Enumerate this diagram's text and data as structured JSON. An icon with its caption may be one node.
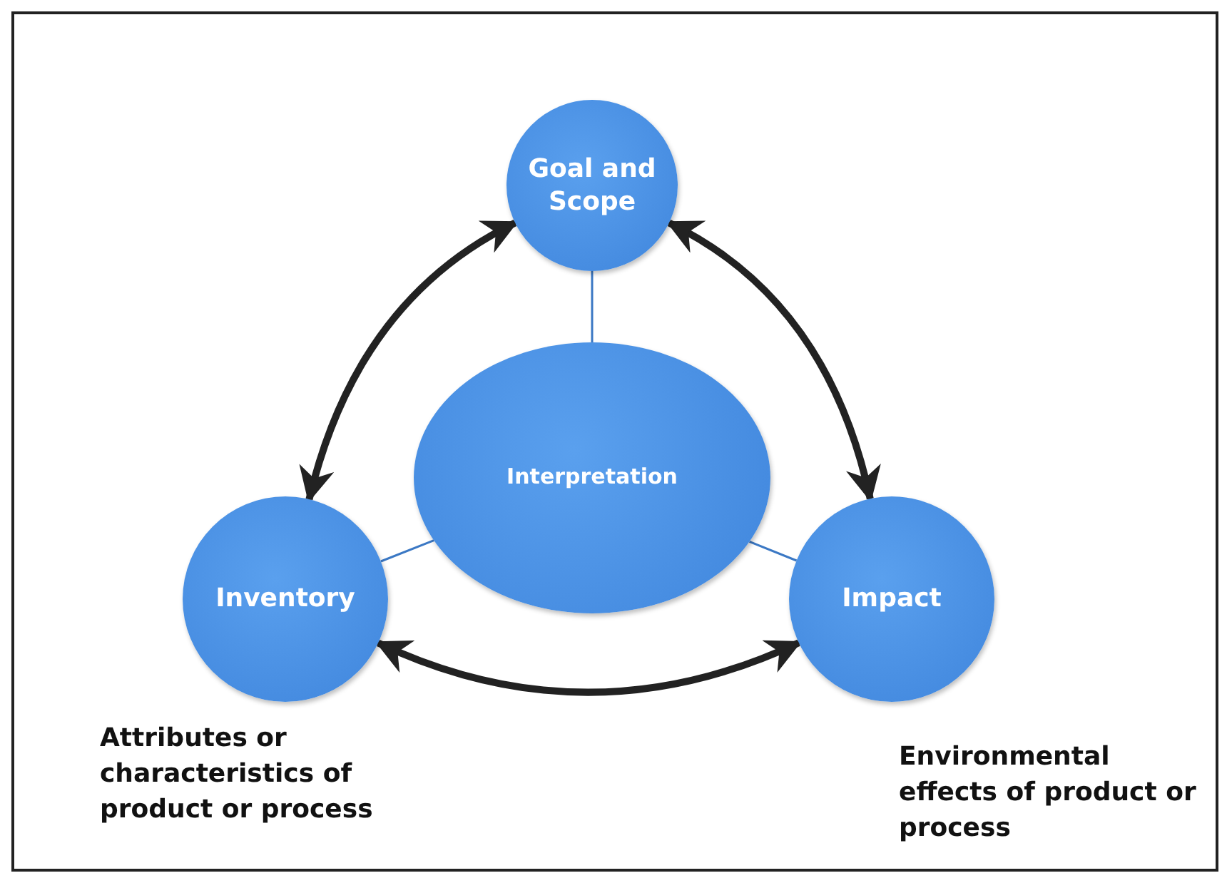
{
  "diagram": {
    "nodes": [
      {
        "text": [
          "Goal and Scope"
        ]
      },
      {
        "text": [
          "Interpretation"
        ]
      },
      {
        "text": [
          "Inventory"
        ],
        "beside": [
          "Attributes or characteristics of product or process"
        ]
      },
      {
        "text": [
          "Impact"
        ],
        "beside": [
          "Environmental effects of product or process"
        ]
      }
    ],
    "edges": [
      {
        "from": 0,
        "to": 2,
        "arrow": "both",
        "style": "thick"
      },
      {
        "from": 0,
        "to": 3,
        "arrow": "both",
        "style": "thick"
      },
      {
        "from": 2,
        "to": 3,
        "arrow": "both",
        "style": "thick"
      },
      {
        "from": 1,
        "to": 0,
        "arrow": "none",
        "color": "#3b78c4"
      },
      {
        "from": 1,
        "to": 2,
        "arrow": "none",
        "color": "#3b78c4"
      },
      {
        "from": 1,
        "to": 3,
        "arrow": "none",
        "color": "#3b78c4"
      }
    ]
  }
}
